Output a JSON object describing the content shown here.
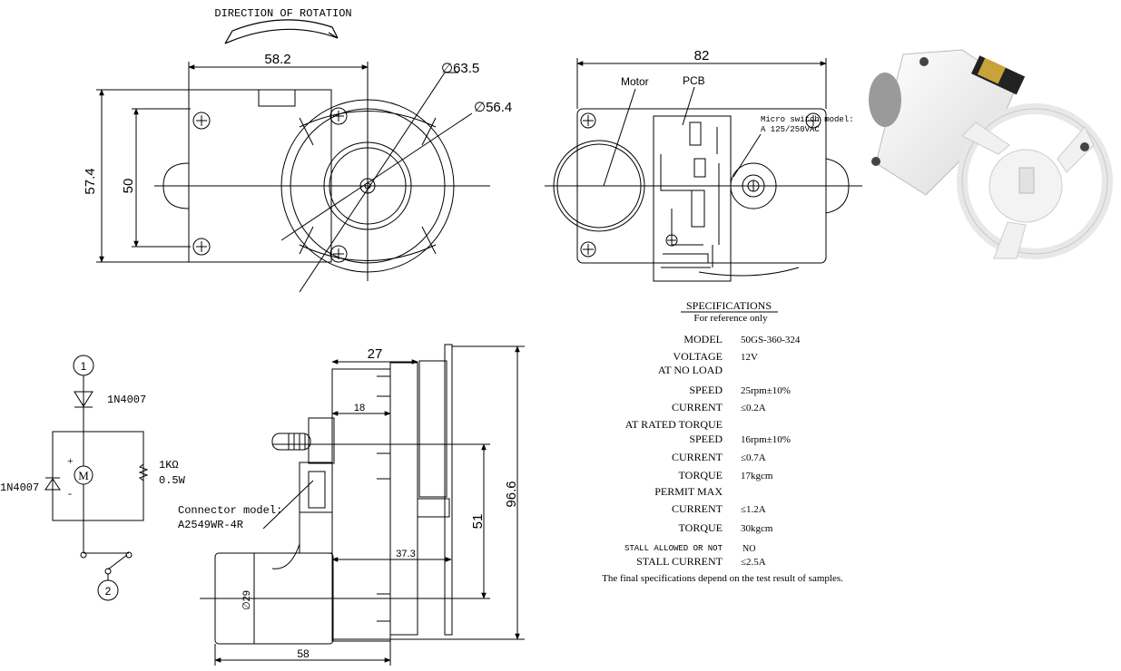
{
  "top_view": {
    "rotation_label": "DIRECTION OF ROTATION",
    "dim_width": "58.2",
    "dim_height": "57.4",
    "dim_inner_height": "50",
    "dim_outer_dia": "∅63.5",
    "dim_inner_dia": "∅56.4"
  },
  "rear_view": {
    "dim_width": "82",
    "motor_label": "Motor",
    "pcb_label": "PCB",
    "micro_switch_line1": "Micro switch model:",
    "micro_switch_line2": "A 125/250VAC"
  },
  "side_view": {
    "dim_27": "27",
    "dim_18": "18",
    "dim_37_3": "37.3",
    "dim_51": "51",
    "dim_96_6": "96.6",
    "dim_58": "58",
    "dim_29": "∅29",
    "connector_line1": "Connector model:",
    "connector_line2": "A2549WR-4R"
  },
  "circuit": {
    "terminal_1": "1",
    "terminal_2": "2",
    "diode_top": "1N4007",
    "diode_left": "1N4007",
    "motor": "M",
    "plus": "+",
    "minus": "-",
    "resistor_line1": "1KΩ",
    "resistor_line2": "0.5W"
  },
  "specs": {
    "title": "SPECIFICATIONS",
    "subtitle": "For reference only",
    "rows": [
      {
        "label": "MODEL",
        "value": "50GS-360-324"
      },
      {
        "label": "VOLTAGE",
        "value": "12V"
      },
      {
        "label": "AT NO LOAD",
        "value": ""
      },
      {
        "label": "SPEED",
        "value": "25rpm±10%"
      },
      {
        "label": "CURRENT",
        "value": "≤0.2A"
      },
      {
        "label": "AT RATED TORQUE",
        "value": ""
      },
      {
        "label": "SPEED",
        "value": "16rpm±10%"
      },
      {
        "label": "CURRENT",
        "value": "≤0.7A"
      },
      {
        "label": "TORQUE",
        "value": "17kgcm"
      },
      {
        "label": "PERMIT MAX",
        "value": ""
      },
      {
        "label": "CURRENT",
        "value": "≤1.2A"
      },
      {
        "label": "TORQUE",
        "value": "30kgcm"
      },
      {
        "label": "STALL ALLOWED OR NOT",
        "value": "NO"
      },
      {
        "label": "STALL CURRENT",
        "value": "≤2.5A"
      }
    ],
    "footnote": "The final specifications depend on the test result of samples."
  }
}
